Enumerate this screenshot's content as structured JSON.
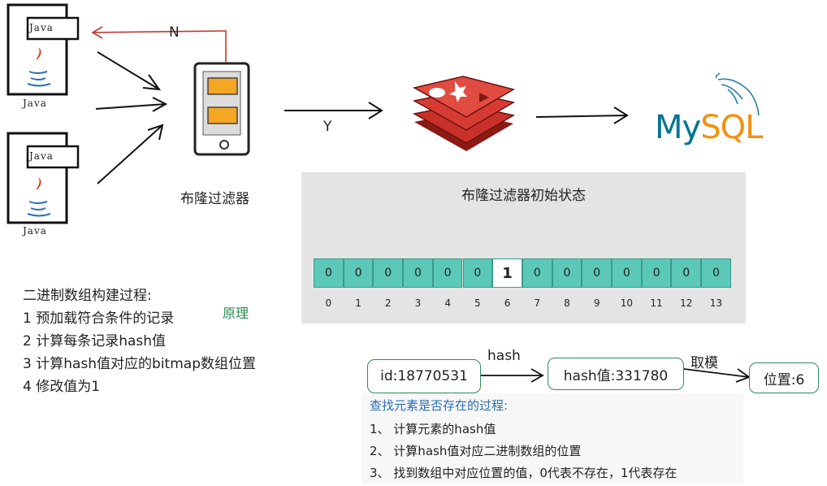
{
  "top_diagram": {
    "java_clients": [
      {
        "tag": "Java",
        "caption": "Java"
      },
      {
        "tag": "Java",
        "caption": "Java"
      }
    ],
    "filter_caption": "布隆过滤器",
    "no_label": "N",
    "yes_label": "Y",
    "mysql_label": {
      "my": "My",
      "sql": "SQL"
    }
  },
  "panel": {
    "title": "布隆过滤器初始状态",
    "cells": [
      "0",
      "0",
      "0",
      "0",
      "0",
      "0",
      "1",
      "0",
      "0",
      "0",
      "0",
      "0",
      "0",
      "0"
    ],
    "indices": [
      "0",
      "1",
      "2",
      "3",
      "4",
      "5",
      "6",
      "7",
      "8",
      "9",
      "10",
      "11",
      "12",
      "13"
    ]
  },
  "build_process": {
    "heading": "二进制数组构建过程:",
    "steps": [
      "1 预加载符合条件的记录",
      "2 计算每条记录hash值",
      "3 计算hash值对应的bitmap数组位置",
      "4 修改值为1"
    ],
    "principle": "原理"
  },
  "hash_flow": {
    "id_box": "id:18770531",
    "hash_label": "hash",
    "hash_box": "hash值:331780",
    "mod_label": "取模",
    "position_box": "位置:6"
  },
  "lookup": {
    "heading": "查找元素是否存在的过程:",
    "steps": [
      "1、 计算元素的hash值",
      "2、 计算hash值对应二进制数组的位置",
      "3、 找到数组中对应位置的值，0代表不存在，1代表存在"
    ]
  },
  "colors": {
    "teal_cell": "#5cc9b8",
    "green_border": "#2e8b57",
    "red_arrow": "#c0392b",
    "mysql_blue": "#00758f",
    "mysql_orange": "#f29111",
    "accent_blue": "#2a6fb4"
  }
}
